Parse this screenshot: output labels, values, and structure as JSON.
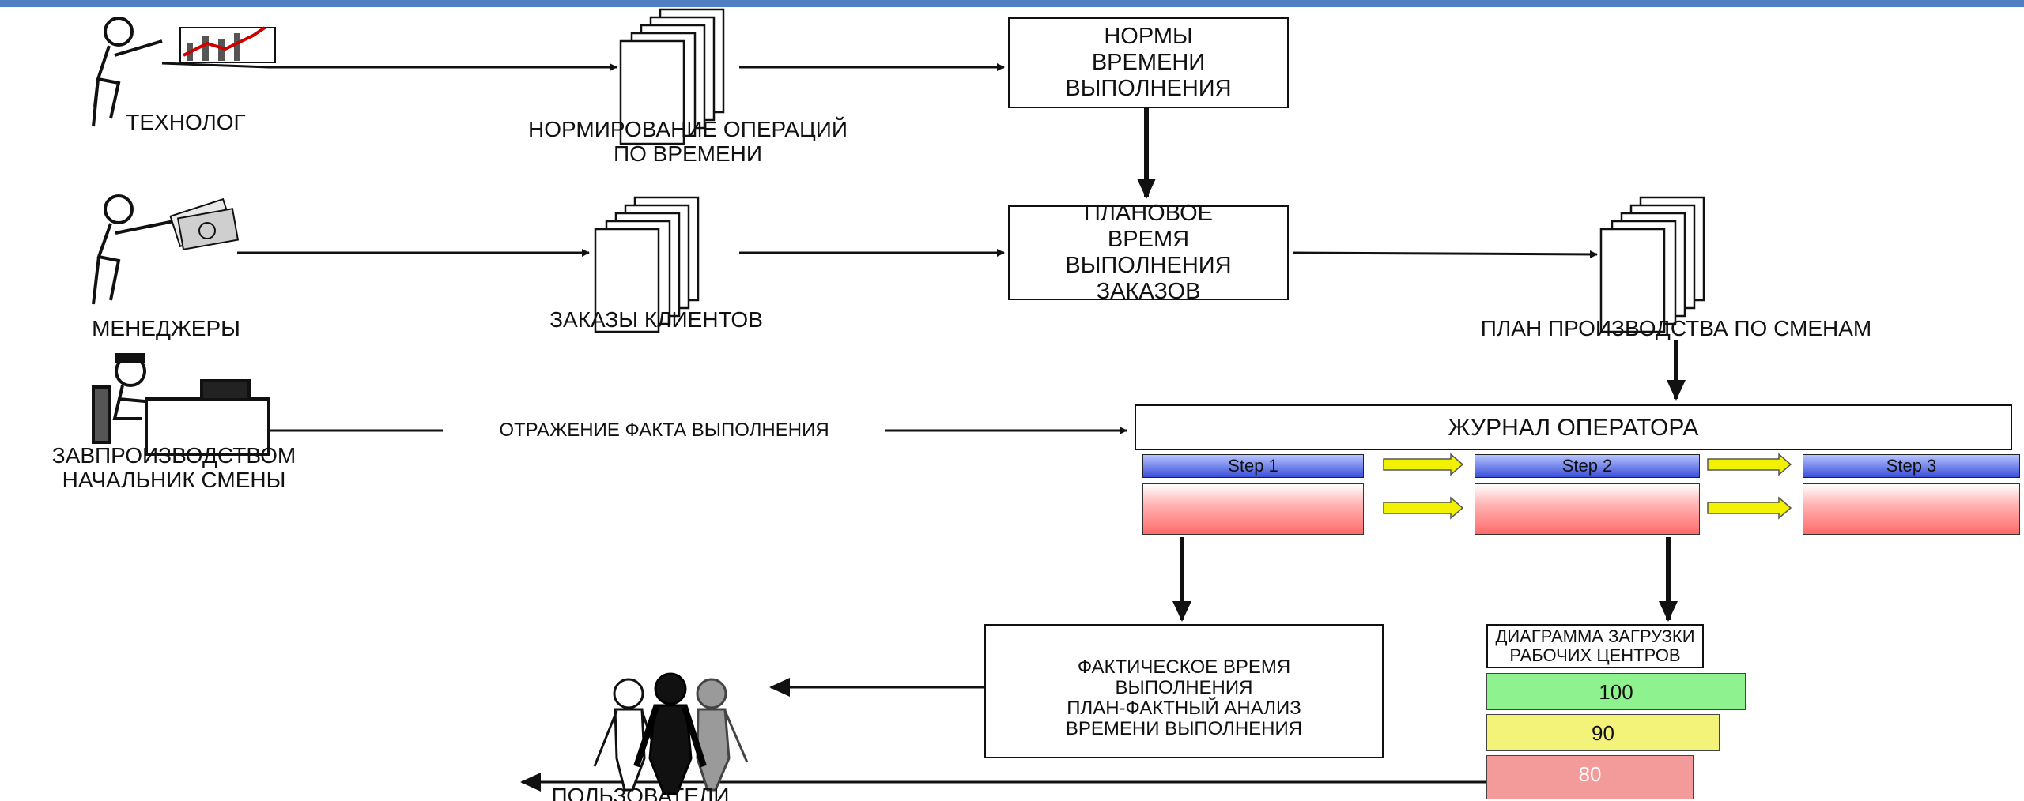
{
  "roles": {
    "technologist": "ТЕХНОЛОГ",
    "managers": "МЕНЕДЖЕРЫ",
    "production_head_line1": "ЗАВПРОИЗВОДСТВОМ",
    "production_head_line2": "НАЧАЛЬНИК СМЕНЫ",
    "users": "ПОЛЬЗОВАТЕЛИ"
  },
  "documents": {
    "norming_line1": "НОРМИРОВАНИЕ ОПЕРАЦИЙ",
    "norming_line2": "ПО ВРЕМЕНИ",
    "client_orders": "ЗАКАЗЫ КЛИЕНТОВ",
    "shift_plan": "ПЛАН ПРОИЗВОДСТВА ПО СМЕНАМ"
  },
  "boxes": {
    "norms": [
      "НОРМЫ",
      "ВРЕМЕНИ",
      "ВЫПОЛНЕНИЯ"
    ],
    "planned_time": [
      "ПЛАНОВОЕ",
      "ВРЕМЯ",
      "ВЫПОЛНЕНИЯ",
      "ЗАКАЗОВ"
    ],
    "operator_log": "ЖУРНАЛ ОПЕРАТОРА",
    "actual_time": [
      "ФАКТИЧЕСКОЕ ВРЕМЯ",
      "ВЫПОЛНЕНИЯ",
      "ПЛАН-ФАКТНЫЙ АНАЛИЗ",
      "ВРЕМЕНИ ВЫПОЛНЕНИЯ"
    ],
    "workload_chart": [
      "ДИАГРАММА ЗАГРУЗКИ",
      "РАБОЧИХ ЦЕНТРОВ"
    ]
  },
  "flow_label": "ОТРАЖЕНИЕ ФАКТА ВЫПОЛНЕНИЯ",
  "steps": [
    "Step 1",
    "Step 2",
    "Step 3"
  ],
  "workload_bars": [
    {
      "label": "100",
      "value": 100,
      "color": "#8ef28e"
    },
    {
      "label": "90",
      "value": 90,
      "color": "#f3f37a"
    },
    {
      "label": "80",
      "value": 80,
      "color": "#f39a9a"
    }
  ],
  "colors": {
    "header_bar": "#4f7fc2",
    "step_fill": "#4a5be0",
    "cell_fill": "#ff7b7b",
    "arrow_yellow": "#f2f200"
  }
}
